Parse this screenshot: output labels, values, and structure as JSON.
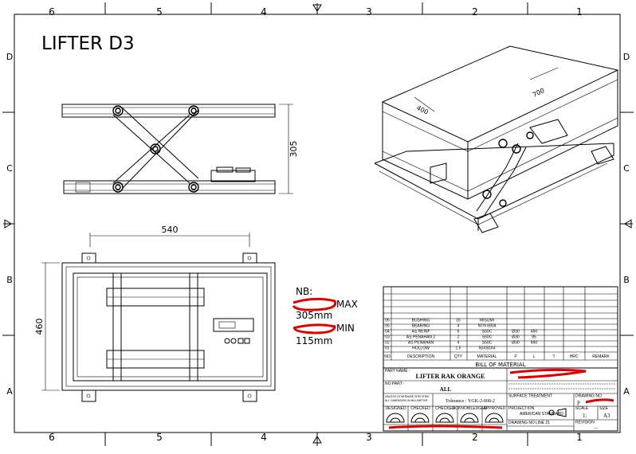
{
  "drawing": {
    "title": "LIFTER D3",
    "columns": [
      "6",
      "5",
      "4",
      "3",
      "2",
      "1"
    ],
    "rows": [
      "D",
      "C",
      "B",
      "A"
    ]
  },
  "dimensions": {
    "side_height": "305",
    "top_width": "540",
    "top_depth": "460",
    "iso_width": "400",
    "iso_length": "700"
  },
  "notes": {
    "heading": "NB:",
    "max_label": "MAX",
    "max_value": "305mm",
    "min_label": "MIN",
    "min_value": "115mm"
  },
  "bom": {
    "title": "BILL OF MATERIAL",
    "headers": [
      "NO",
      "DESCRIPTION",
      "QTY",
      "MATERIAL",
      "P",
      "L",
      "T",
      "HRC",
      "REMARK"
    ],
    "rows": [
      [
        "06",
        "BUSHING",
        "16",
        "MISUMI",
        "",
        "",
        "",
        "",
        ""
      ],
      [
        "05",
        "BEARING",
        "4",
        "NTN 6904",
        "",
        "",
        "",
        "",
        ""
      ],
      [
        "04",
        "AS REINF",
        "6",
        "S50C",
        "Ø30",
        "450",
        "",
        "",
        ""
      ],
      [
        "03",
        "AS PENAHAN 2",
        "2",
        "S50C",
        "Ø30",
        "85",
        "",
        "",
        ""
      ],
      [
        "02",
        "AS PENAHAN",
        "4",
        "S50C",
        "Ø30",
        "450",
        "",
        "",
        ""
      ],
      [
        "01",
        "HOLLOW",
        "1.5",
        "50X50X4",
        "",
        "",
        "",
        "",
        ""
      ]
    ]
  },
  "title_block": {
    "part_name_label": "PART NAME :",
    "part_name": "LIFTER RAK ORANGE",
    "no_part_label": "NO PART :",
    "no_part": "ALL",
    "units_note": "UNLESS OTHERWISE SPECIFIED ALL DIMENSION IN MILLIMETER",
    "tolerance": "Tolerance : YGK-2-008-2",
    "approval_labels": [
      "DESIGNED",
      "CHECKED",
      "CHECKED",
      "ACKNOWLEDGED",
      "APPROVED"
    ],
    "surface_treatment_label": "SURFACE TREATMENT",
    "projection_label": "PROJECTION",
    "projection_value": "AMERICAN STANDARD",
    "scale_label": "SCALE",
    "scale_value": "1:",
    "size_label": "SIZE",
    "size_value": "A3",
    "drawing_no_label": "DRAWING NO",
    "line_label": "LINE 21",
    "revision_label": "REVISION",
    "revision_value": "---",
    "company_initial": "P"
  }
}
